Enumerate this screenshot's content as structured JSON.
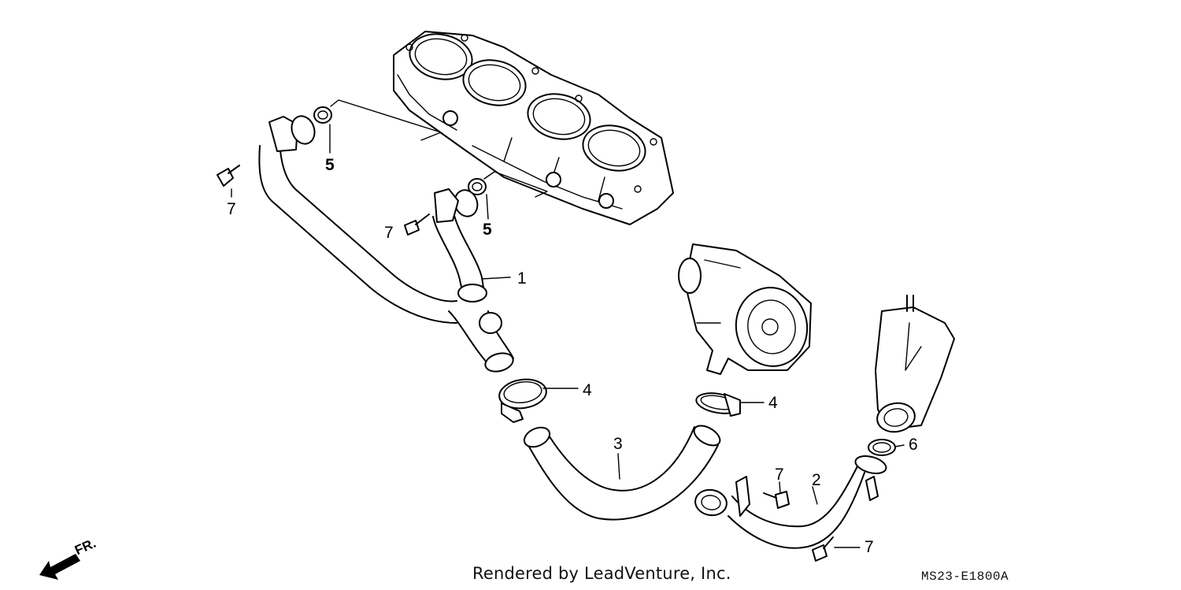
{
  "diagram": {
    "callouts": [
      {
        "id": "c1",
        "label": "1"
      },
      {
        "id": "c2",
        "label": "2"
      },
      {
        "id": "c3",
        "label": "3"
      },
      {
        "id": "c4a",
        "label": "4"
      },
      {
        "id": "c4b",
        "label": "4"
      },
      {
        "id": "c5a",
        "label": "5"
      },
      {
        "id": "c5b",
        "label": "5"
      },
      {
        "id": "c6",
        "label": "6"
      },
      {
        "id": "c7a",
        "label": "7"
      },
      {
        "id": "c7b",
        "label": "7"
      },
      {
        "id": "c7c",
        "label": "7"
      },
      {
        "id": "c7d",
        "label": "7"
      }
    ],
    "front_marker": "FR.",
    "footer_text": "Rendered by LeadVenture, Inc.",
    "diagram_code": "MS23-E1800A"
  }
}
